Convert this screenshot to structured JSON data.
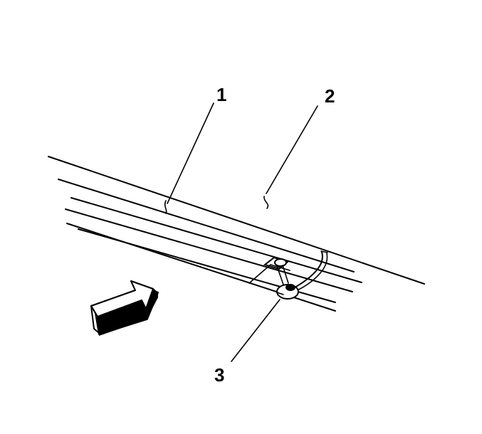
{
  "diagram": {
    "callouts": [
      {
        "number": "1"
      },
      {
        "number": "2"
      },
      {
        "number": "3"
      }
    ],
    "icons": {
      "direction_arrow": "forward-arrow-icon"
    },
    "colors": {
      "line": "#000000",
      "background": "#ffffff"
    }
  }
}
